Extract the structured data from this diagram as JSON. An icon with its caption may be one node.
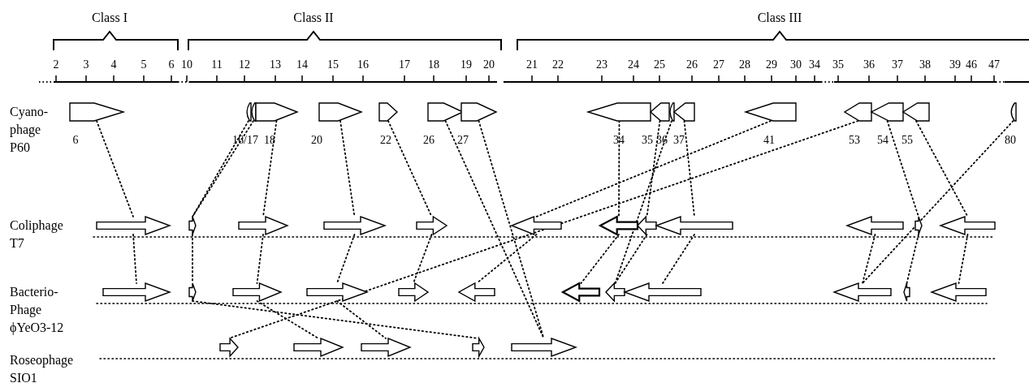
{
  "diagram": {
    "nodes": [
      {
        "text": [],
        "shape": "arrow",
        "beside": [
          "6"
        ]
      },
      {
        "text": [],
        "shape": "arc",
        "beside": [
          "16/17"
        ]
      },
      {
        "text": [],
        "shape": "arc"
      },
      {
        "text": [],
        "shape": "arrow",
        "beside": [
          "18"
        ]
      },
      {
        "text": [],
        "shape": "arrow",
        "beside": [
          "20"
        ]
      },
      {
        "text": [],
        "shape": "arrow",
        "beside": [
          "22"
        ]
      },
      {
        "text": [],
        "shape": "arrow",
        "beside": [
          "26"
        ]
      },
      {
        "text": [],
        "shape": "arrow",
        "beside": [
          "27"
        ]
      },
      {
        "text": [],
        "shape": "arrow",
        "beside": [
          "34"
        ]
      },
      {
        "text": [],
        "shape": "arrow",
        "beside": [
          "35"
        ]
      },
      {
        "text": [],
        "shape": "arc",
        "beside": [
          "36"
        ]
      },
      {
        "text": [],
        "shape": "arrow",
        "beside": [
          "37"
        ]
      },
      {
        "text": [],
        "shape": "arrow",
        "beside": [
          "41"
        ]
      },
      {
        "text": [],
        "shape": "arrow",
        "beside": [
          "53"
        ]
      },
      {
        "text": [],
        "shape": "arrow",
        "beside": [
          "54"
        ]
      },
      {
        "text": [],
        "shape": "arrow",
        "beside": [
          "55"
        ]
      },
      {
        "text": [],
        "shape": "arc",
        "beside": [
          "80"
        ]
      },
      {
        "text": [],
        "shape": "arrow"
      },
      {
        "text": [],
        "shape": "arrow"
      },
      {
        "text": [],
        "shape": "arrow"
      },
      {
        "text": [],
        "shape": "arrow"
      },
      {
        "text": [],
        "shape": "arrow"
      },
      {
        "text": [],
        "shape": "arrow"
      },
      {
        "text": [],
        "shape": "arrow"
      },
      {
        "text": [],
        "shape": "arrow"
      },
      {
        "text": [],
        "shape": "arrow"
      },
      {
        "text": [],
        "shape": "arrow"
      },
      {
        "text": [],
        "shape": "arrow"
      },
      {
        "text": [],
        "shape": "arrow"
      },
      {
        "text": [],
        "shape": "arrow"
      },
      {
        "text": [],
        "shape": "arrow"
      },
      {
        "text": [],
        "shape": "arrow"
      },
      {
        "text": [],
        "shape": "arrow"
      },
      {
        "text": [],
        "shape": "arrow"
      },
      {
        "text": [],
        "shape": "arrow"
      },
      {
        "text": [],
        "shape": "arrow"
      },
      {
        "text": [],
        "shape": "arrow"
      },
      {
        "text": [],
        "shape": "arrow"
      },
      {
        "text": [],
        "shape": "arrow"
      },
      {
        "text": [],
        "shape": "arrow"
      },
      {
        "text": [],
        "shape": "arrow"
      },
      {
        "text": [],
        "shape": "arrow"
      },
      {
        "text": [],
        "shape": "arrow"
      },
      {
        "text": [],
        "shape": "arrow"
      },
      {
        "text": [],
        "shape": "arrow"
      },
      {
        "text": [],
        "shape": "arrow"
      }
    ],
    "edges": [
      {
        "from": 0,
        "to": 17,
        "arrow": "none"
      },
      {
        "from": 17,
        "to": 29,
        "arrow": "none"
      },
      {
        "from": 1,
        "to": 18,
        "arrow": "none"
      },
      {
        "from": 2,
        "to": 18,
        "arrow": "none"
      },
      {
        "from": 18,
        "to": 30,
        "arrow": "none"
      },
      {
        "from": 3,
        "to": 19,
        "arrow": "none"
      },
      {
        "from": 19,
        "to": 31,
        "arrow": "none"
      },
      {
        "from": 4,
        "to": 20,
        "arrow": "none"
      },
      {
        "from": 20,
        "to": 32,
        "arrow": "none"
      },
      {
        "from": 5,
        "to": 21,
        "arrow": "none"
      },
      {
        "from": 21,
        "to": 33,
        "arrow": "none"
      },
      {
        "from": 6,
        "to": 45,
        "arrow": "none"
      },
      {
        "from": 7,
        "to": 45,
        "arrow": "none"
      },
      {
        "from": 8,
        "to": 23,
        "arrow": "none"
      },
      {
        "from": 23,
        "to": 35,
        "arrow": "none"
      },
      {
        "from": 9,
        "to": 24,
        "arrow": "none"
      },
      {
        "from": 10,
        "to": 36,
        "arrow": "none"
      },
      {
        "from": 24,
        "to": 36,
        "arrow": "none"
      },
      {
        "from": 11,
        "to": 25,
        "arrow": "none"
      },
      {
        "from": 25,
        "to": 37,
        "arrow": "none"
      },
      {
        "from": 12,
        "to": 22,
        "arrow": "none"
      },
      {
        "from": 22,
        "to": 34,
        "arrow": "none"
      },
      {
        "from": 13,
        "to": 41,
        "arrow": "none"
      },
      {
        "from": 14,
        "to": 27,
        "arrow": "none"
      },
      {
        "from": 27,
        "to": 39,
        "arrow": "none"
      },
      {
        "from": 15,
        "to": 28,
        "arrow": "none"
      },
      {
        "from": 28,
        "to": 40,
        "arrow": "none"
      },
      {
        "from": 16,
        "to": 38,
        "arrow": "none"
      },
      {
        "from": 26,
        "to": 38,
        "arrow": "none"
      },
      {
        "from": 30,
        "to": 44,
        "arrow": "none"
      },
      {
        "from": 31,
        "to": 42,
        "arrow": "none"
      },
      {
        "from": 32,
        "to": 43,
        "arrow": "none"
      }
    ],
    "labels": [
      "Class I",
      "Class II",
      "Class III",
      "2",
      "3",
      "4",
      "5",
      "6",
      "10",
      "11",
      "12",
      "13",
      "14",
      "15",
      "16",
      "17",
      "18",
      "19",
      "20",
      "21",
      "22",
      "23",
      "24",
      "25",
      "26",
      "27",
      "28",
      "29",
      "30",
      "34",
      "35",
      "36",
      "37",
      "38",
      "39",
      "46",
      "47",
      "Cyano- phage P60",
      "Coliphage T7",
      "Bacterio- Phage ϕYeO3-12",
      "Roseophage SIO1"
    ]
  }
}
